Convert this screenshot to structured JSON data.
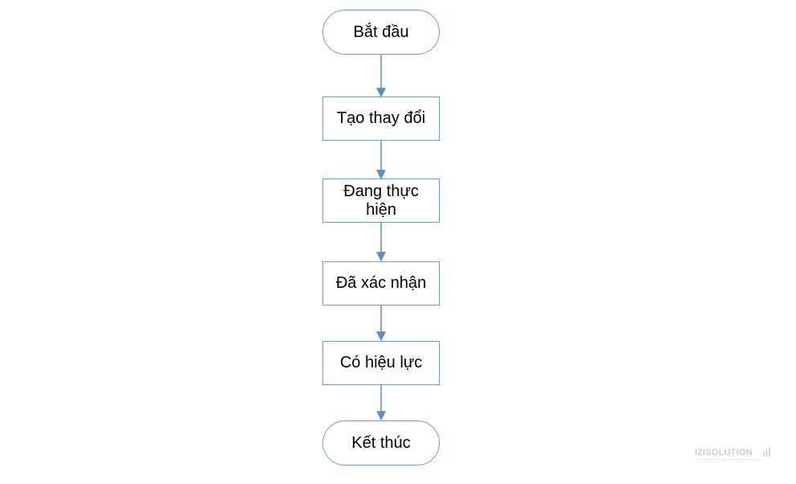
{
  "flowchart": {
    "nodes": [
      {
        "id": "start",
        "shape": "terminal",
        "label": "Bắt đầu"
      },
      {
        "id": "create",
        "shape": "process",
        "label": "Tạo thay đổi"
      },
      {
        "id": "in-progress",
        "shape": "process",
        "label": "Đang thực\nhiện"
      },
      {
        "id": "confirmed",
        "shape": "process",
        "label": "Đã xác nhận"
      },
      {
        "id": "effective",
        "shape": "process",
        "label": "Có hiệu lực"
      },
      {
        "id": "end",
        "shape": "terminal",
        "label": "Kết thúc"
      }
    ],
    "edges": [
      {
        "from": "start",
        "to": "create"
      },
      {
        "from": "create",
        "to": "in-progress"
      },
      {
        "from": "in-progress",
        "to": "confirmed"
      },
      {
        "from": "confirmed",
        "to": "effective"
      },
      {
        "from": "effective",
        "to": "end"
      }
    ]
  },
  "watermark": {
    "text": "IZISOLUTION"
  },
  "colors": {
    "node_border": "#6e9ed3",
    "connector": "#5b8fc9",
    "node_text": "#000000",
    "watermark": "#b79aa8"
  }
}
